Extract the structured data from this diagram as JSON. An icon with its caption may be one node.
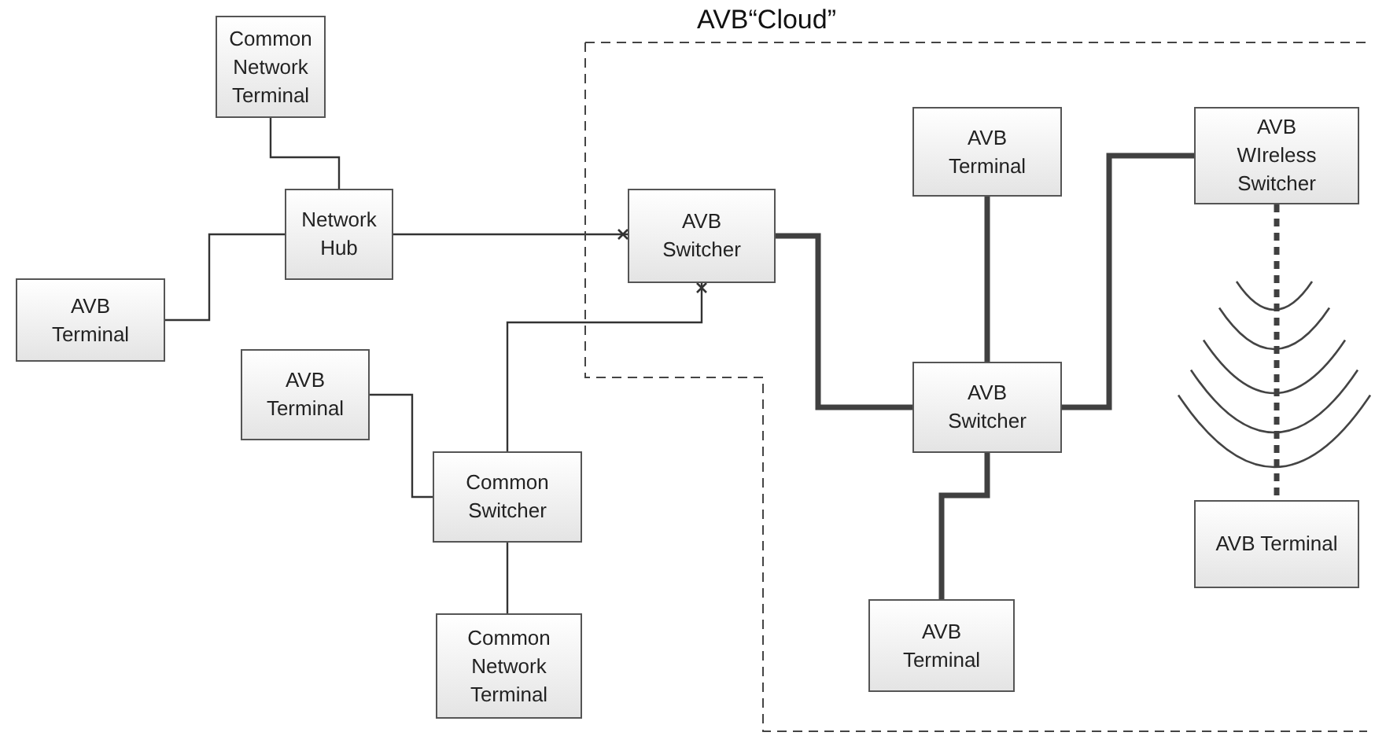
{
  "diagram": {
    "nodes": [
      {
        "text": [
          "Common Network Terminal"
        ]
      },
      {
        "text": [
          "Network Hub"
        ]
      },
      {
        "text": [
          "AVB Terminal"
        ]
      },
      {
        "text": [
          "AVB“Cloud”"
        ]
      },
      {
        "text": [
          "AVB Switcher"
        ],
        "in": 3
      },
      {
        "text": [
          "AVB Terminal"
        ]
      },
      {
        "text": [
          "Common Switcher"
        ]
      },
      {
        "text": [
          "Common Network Terminal"
        ]
      },
      {
        "text": [
          "AVB Terminal"
        ],
        "in": 3
      },
      {
        "text": [
          "AVB Switcher"
        ],
        "in": 3
      },
      {
        "text": [
          "AVB WIreless Switcher"
        ],
        "in": 3
      },
      {
        "text": [
          "AVB Terminal"
        ],
        "in": 3
      },
      {
        "text": [
          "AVB Terminal"
        ],
        "in": 3
      }
    ],
    "edges": [
      {
        "from": 0,
        "to": 1,
        "arrow": "none"
      },
      {
        "from": 2,
        "to": 1,
        "arrow": "none"
      },
      {
        "from": 1,
        "to": 4,
        "arrow": "other"
      },
      {
        "from": 6,
        "to": 4,
        "arrow": "other"
      },
      {
        "from": 5,
        "to": 6,
        "arrow": "none"
      },
      {
        "from": 6,
        "to": 7,
        "arrow": "none"
      },
      {
        "from": 4,
        "to": 9,
        "arrow": "none",
        "style": "thick"
      },
      {
        "from": 8,
        "to": 9,
        "arrow": "none",
        "style": "thick"
      },
      {
        "from": 9,
        "to": 10,
        "arrow": "none",
        "style": "thick"
      },
      {
        "from": 9,
        "to": 11,
        "arrow": "none",
        "style": "thick"
      },
      {
        "from": 10,
        "to": 12,
        "arrow": "none",
        "style": "dashed"
      }
    ]
  }
}
